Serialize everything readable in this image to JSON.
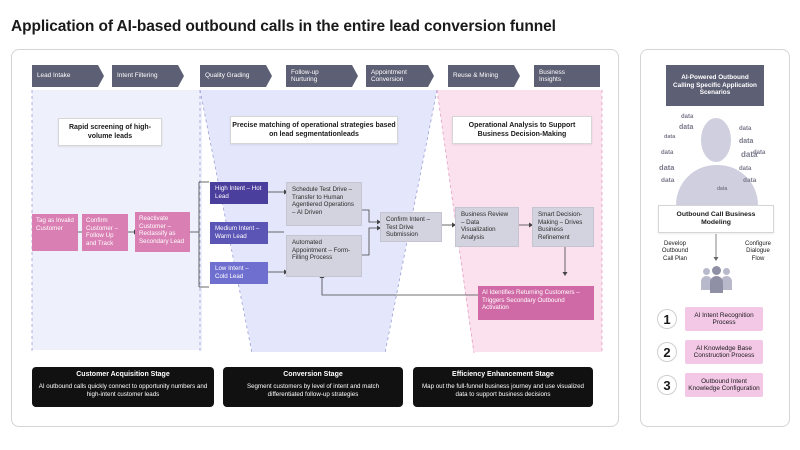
{
  "title": "Application of AI-based outbound calls in the entire lead conversion funnel",
  "stages_bar": [
    "Lead Intake",
    "Intent Filtering",
    "Quality Grading",
    "Follow-up Nurturing",
    "Appointment Conversion",
    "Reuse & Mining",
    "Business Insights"
  ],
  "headlines": {
    "h1": "Rapid screening of high-volume leads",
    "h2": "Precise matching of operational strategies based on lead segmentationleads",
    "h3": "Operational Analysis to Support Business Decision-Making"
  },
  "acquisition_flow": {
    "tag": "Tag as Invalid Customer",
    "confirm": "Confirm Customer – Follow Up and Track",
    "reactivate": "Reactivate Customer – Reclassify as Secondary Lead"
  },
  "intent_levels": {
    "high": "High Intent – Hot Lead",
    "medium": "Medium Intent – Warm Lead",
    "low": "Low Intent – Cold Lead"
  },
  "actions": {
    "schedule": "Schedule Test Drive – Transfer to Human Agentiered Operations – AI Driven",
    "automated": "Automated Appointment – Form-Filling Process",
    "confirm_intent": "Confirm Intent – Test Drive Submission",
    "business_review": "Business Review – Data Visualization Analysis",
    "smart_decision": "Smart Decision-Making – Drives Business Refinement",
    "ai_identifies": "AI Identifies Returning Customers – Triggers Secondary Outbound Activation"
  },
  "stage_cards": [
    {
      "title": "Customer Acquisition Stage",
      "desc": "AI outbound calls quickly connect to opportunity numbers and high-intent customer leads"
    },
    {
      "title": "Conversion Stage",
      "desc": "Segment customers by level of intent and match differentiated follow-up strategies"
    },
    {
      "title": "Efficiency Enhancement Stage",
      "desc": "Map out the full-funnel business journey and use visualized data to support business decisions"
    }
  ],
  "side": {
    "header": "AI-Powered Outbound Calling Specific Application Scenarios",
    "data_word": "data",
    "modeling": "Outbound Call Business Modeling",
    "develop": "Develop Outbound Call Plan",
    "configure": "Configure Dialogue Flow",
    "scenarios": [
      {
        "num": "1",
        "label": "AI Intent Recognition Process"
      },
      {
        "num": "2",
        "label": "AI Knowledge Base Construction Process"
      },
      {
        "num": "3",
        "label": "Outbound Intent Knowledge Configuration"
      }
    ]
  },
  "colors": {
    "chevron": "#5d5f74",
    "pink": "#d97fb3",
    "purple_dark": "#4a3f9c",
    "purple_mid": "#5b55b5",
    "purple_light": "#6f6fd0",
    "band_blue": "#e4e6fb",
    "band_pink": "#fbe1ee",
    "scenario_pink": "#f3c7e6"
  }
}
